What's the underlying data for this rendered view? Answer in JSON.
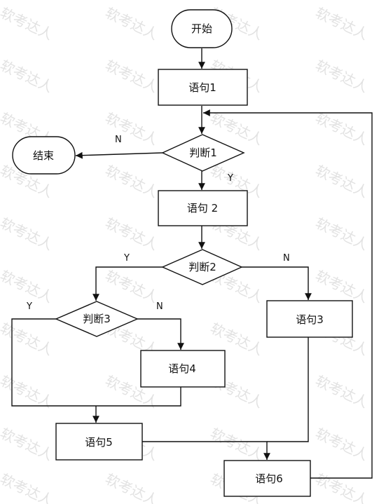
{
  "watermark": "软考达人",
  "nodes": {
    "start": "开始",
    "stmt1": "语句1",
    "decision1": "判断1",
    "end": "结束",
    "stmt2": "语句 2",
    "decision2": "判断2",
    "decision3": "判断3",
    "stmt3": "语句3",
    "stmt4": "语句4",
    "stmt5": "语句5",
    "stmt6": "语句6"
  },
  "edge_labels": {
    "d1_no": "N",
    "d1_yes": "Y",
    "d2_yes": "Y",
    "d2_no": "N",
    "d3_yes": "Y",
    "d3_no": "N"
  }
}
